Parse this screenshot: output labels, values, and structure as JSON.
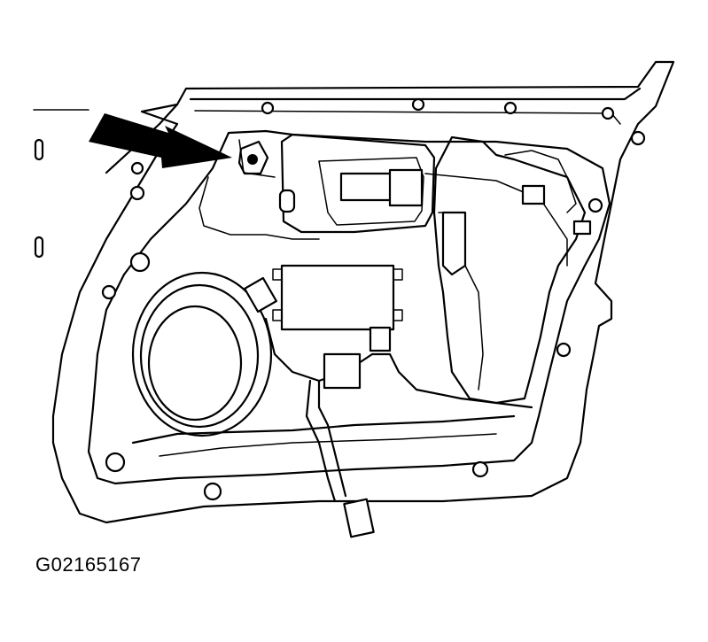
{
  "figure": {
    "id_label": "G02165167",
    "subject": "door-panel-removed-inner-door",
    "callout": "arrow-pointing-to-fastener"
  },
  "colors": {
    "line": "#000000",
    "background": "#ffffff"
  }
}
